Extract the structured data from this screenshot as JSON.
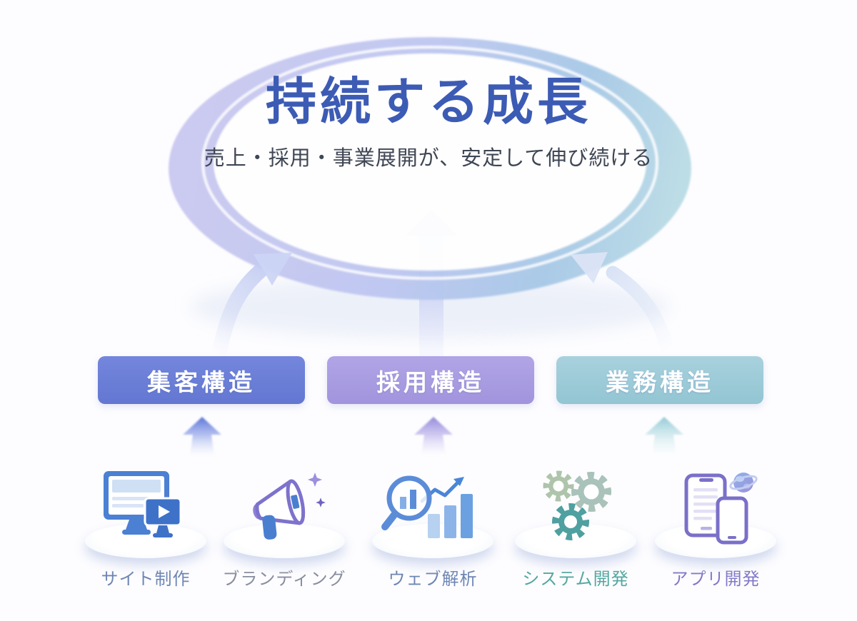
{
  "diagram": {
    "goal": {
      "title": "持続する成長",
      "subtitle": "売上・採用・事業展開が、安定して伸び続ける",
      "title_color": "#3c5bb4",
      "subtitle_color": "#3f4654",
      "ring_colors": {
        "left": "#cac7f0",
        "bottom": "#bfc7f1",
        "right": "#a7c9e7",
        "far_right": "#bedfe6"
      }
    },
    "structures": [
      {
        "label": "集客構造",
        "box_color": "#6a7ed6",
        "arrow_color": "#5a72d8"
      },
      {
        "label": "採用構造",
        "box_color": "#a99ce1",
        "arrow_color": "#9188d8"
      },
      {
        "label": "業務構造",
        "box_color": "#9cc9d7",
        "arrow_color": "#8dc7d3"
      }
    ],
    "services": [
      {
        "label": "サイト制作",
        "icon": "monitor-video-icon",
        "label_color": "#6e86b4"
      },
      {
        "label": "ブランディング",
        "icon": "megaphone-icon",
        "label_color": "#888da0"
      },
      {
        "label": "ウェブ解析",
        "icon": "chart-magnifier-icon",
        "label_color": "#6e86b4"
      },
      {
        "label": "システム開発",
        "icon": "gears-icon",
        "label_color": "#53a7a0"
      },
      {
        "label": "アプリ開発",
        "icon": "devices-icon",
        "label_color": "#8279c8"
      }
    ]
  }
}
